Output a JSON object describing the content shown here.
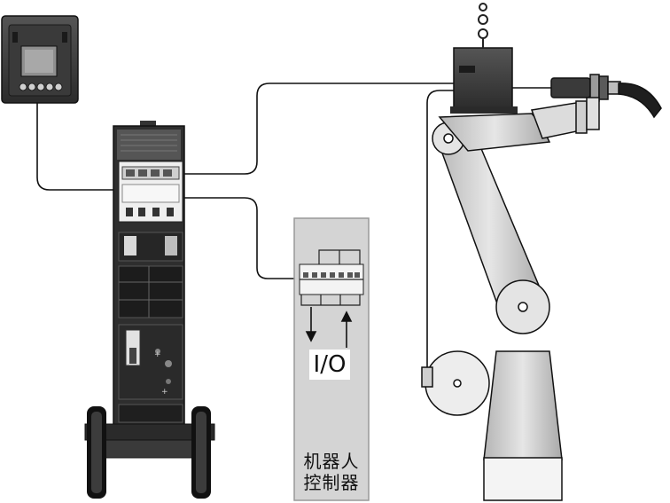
{
  "labels": {
    "io": "I/O",
    "controller_line1": "机器人",
    "controller_line2": "控制器"
  }
}
